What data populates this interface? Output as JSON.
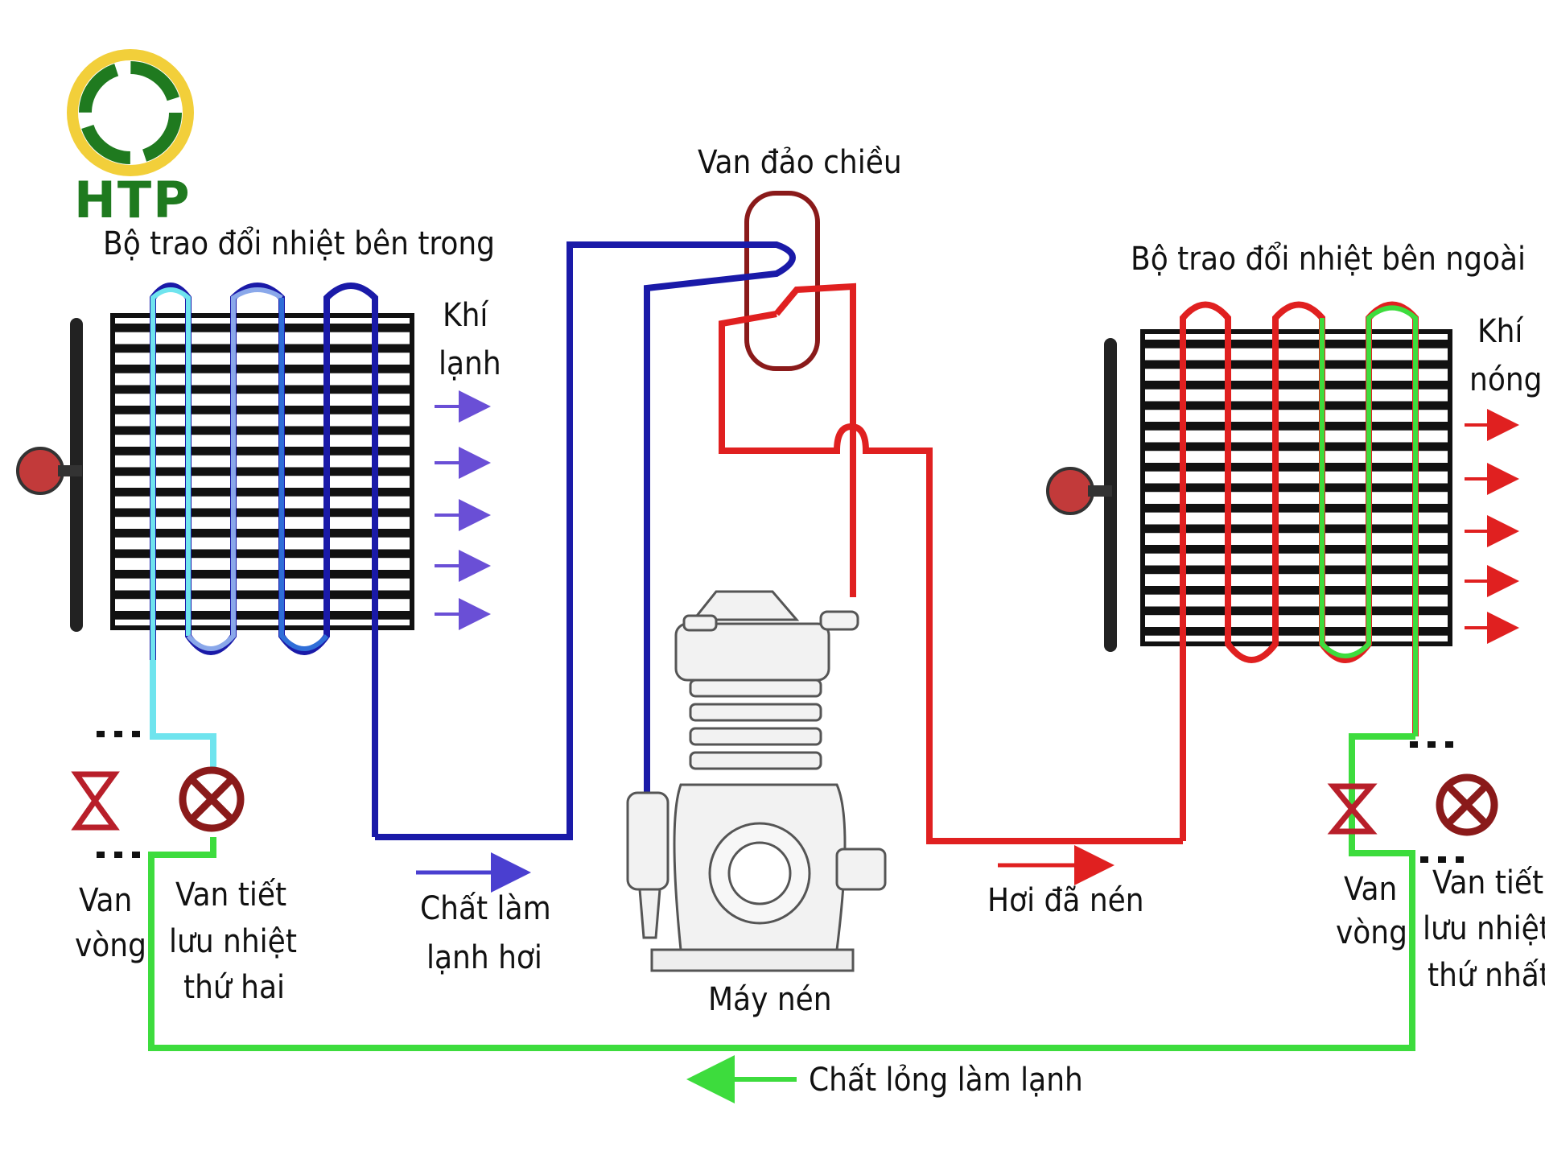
{
  "logo": {
    "text": "HTP"
  },
  "labels": {
    "reversing_valve": "Van đảo chiều",
    "indoor_exchanger": "Bộ trao đổi nhiệt bên trong",
    "outdoor_exchanger": "Bộ trao đổi nhiệt bên ngoài",
    "cold_air_1": "Khí",
    "cold_air_2": "lạnh",
    "hot_air_1": "Khí",
    "hot_air_2": "nóng",
    "left_check_valve_1": "Van",
    "left_check_valve_2": "vòng",
    "left_txv_1": "Van tiết",
    "left_txv_2": "lưu nhiệt",
    "left_txv_3": "thứ hai",
    "right_check_valve_1": "Van",
    "right_check_valve_2": "vòng",
    "right_txv_1": "Van tiết",
    "right_txv_2": "lưu nhiệt",
    "right_txv_3": "thứ nhất",
    "vapor_refrigerant_1": "Chất làm",
    "vapor_refrigerant_2": "lạnh hơi",
    "compressed_vapor": "Hơi đã nén",
    "compressor": "Máy nén",
    "liquid_refrigerant": "Chất lỏng làm lạnh"
  },
  "colors": {
    "cold_line": "#1a1aa8",
    "hot_line": "#e02020",
    "liquid_line": "#3ddc3d",
    "cyan_line": "#6fe4ee",
    "valve_red": "#b81f2a",
    "logo_green": "#1f7a1f",
    "logo_yellow": "#f2cf3a"
  }
}
